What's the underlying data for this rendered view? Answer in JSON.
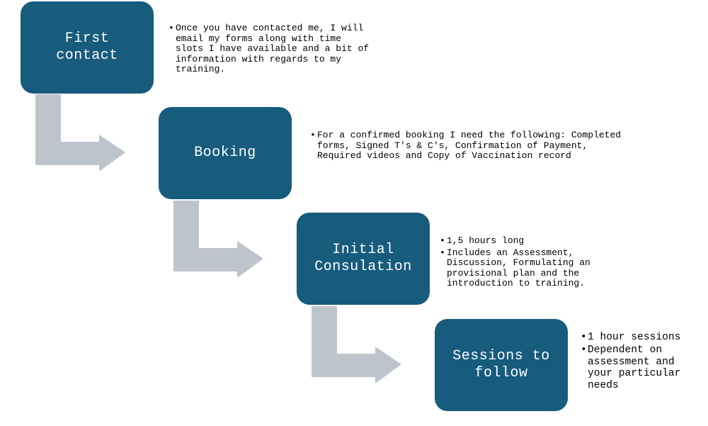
{
  "colors": {
    "box_fill": "#175b7d",
    "box_text": "#ffffff",
    "arrow_fill": "#bec4cb",
    "desc_text": "#000000"
  },
  "steps": [
    {
      "title": "First\ncontact",
      "bullets": [
        "Once you have contacted me, I will email my forms along with time slots I have available and a bit of information with regards to my training."
      ]
    },
    {
      "title": "Booking",
      "bullets": [
        "For a confirmed booking I need the following: Completed forms, Signed T's & C's, Confirmation of Payment, Required videos and Copy of Vaccination record"
      ]
    },
    {
      "title": "Initial\nConsulation",
      "bullets": [
        "1,5 hours long",
        "Includes an Assessment, Discussion, Formulating an provisional plan and the introduction to training."
      ]
    },
    {
      "title": "Sessions to\nfollow",
      "bullets": [
        "1 hour sessions",
        "Dependent on assessment and your particular needs"
      ]
    }
  ]
}
